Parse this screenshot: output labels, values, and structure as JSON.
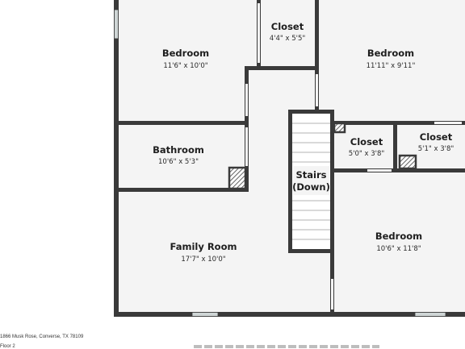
{
  "rooms": [
    {
      "id": "bedroom-nw",
      "name": "Bedroom",
      "dims": "11'6\" x 10'0\""
    },
    {
      "id": "closet-n",
      "name": "Closet",
      "dims": "4'4\" x 5'5\""
    },
    {
      "id": "bedroom-ne",
      "name": "Bedroom",
      "dims": "11'11\" x 9'11\""
    },
    {
      "id": "bathroom",
      "name": "Bathroom",
      "dims": "10'6\" x 5'3\""
    },
    {
      "id": "stairs",
      "name": "Stairs",
      "name2": "(Down)"
    },
    {
      "id": "closet-mid",
      "name": "Closet",
      "dims": "5'0\" x 3'8\""
    },
    {
      "id": "closet-e",
      "name": "Closet",
      "dims": "5'1\" x 3'8\""
    },
    {
      "id": "family-room",
      "name": "Family Room",
      "dims": "17'7\" x 10'0\""
    },
    {
      "id": "bedroom-se",
      "name": "Bedroom",
      "dims": "10'6\" x 11'8\""
    }
  ],
  "captions": {
    "address": "1866 Musk Rose, Converse, TX 78109",
    "floor": "Floor 2"
  },
  "colors": {
    "wall": "#3a3a3a",
    "floor_fill": "#f4f4f4",
    "background": "#ffffff",
    "window": "#cfd6d6"
  }
}
